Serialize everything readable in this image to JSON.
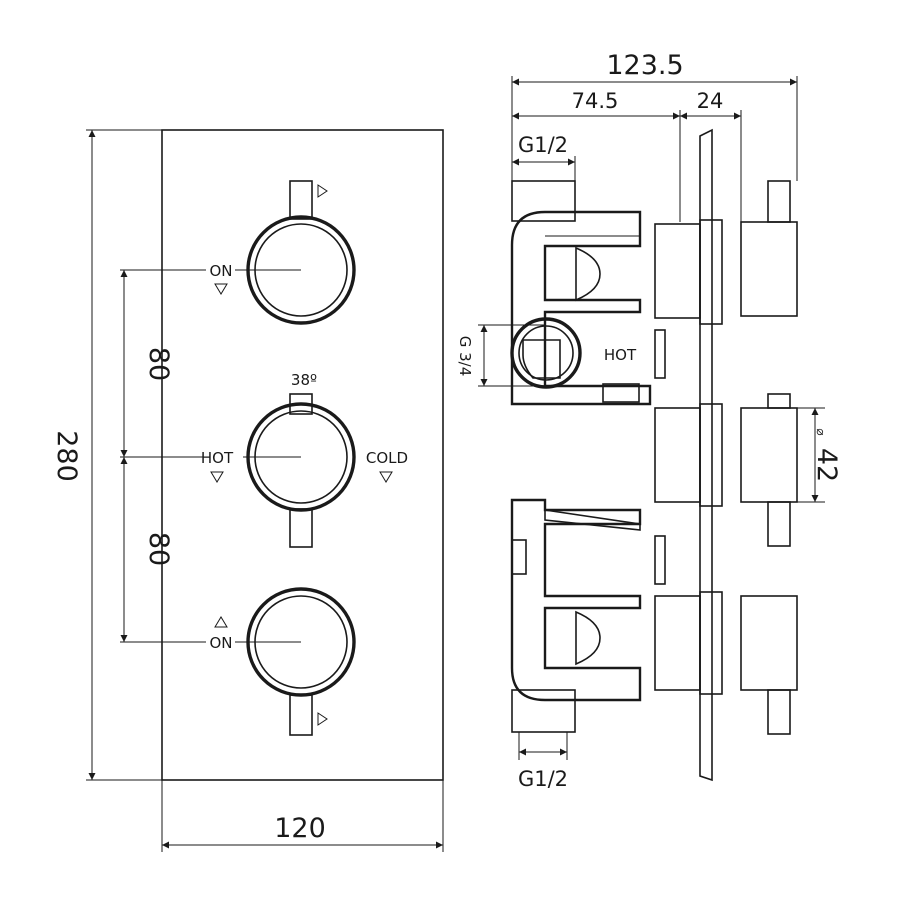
{
  "dimensions": {
    "plate_height": "280",
    "plate_width": "120",
    "spacing_upper": "80",
    "spacing_lower": "80",
    "overall_depth": "123.5",
    "body_depth": "74.5",
    "handle_depth": "24",
    "inlet_top": "G1/2",
    "inlet_bottom": "G1/2",
    "hot_inlet": "G 3/4",
    "handle_diameter": "42"
  },
  "labels": {
    "top_on": "ON",
    "temp_limit": "38º",
    "hot": "HOT",
    "cold": "COLD",
    "bottom_on": "ON",
    "side_hot": "HOT",
    "diameter_symbol": "⌀"
  }
}
